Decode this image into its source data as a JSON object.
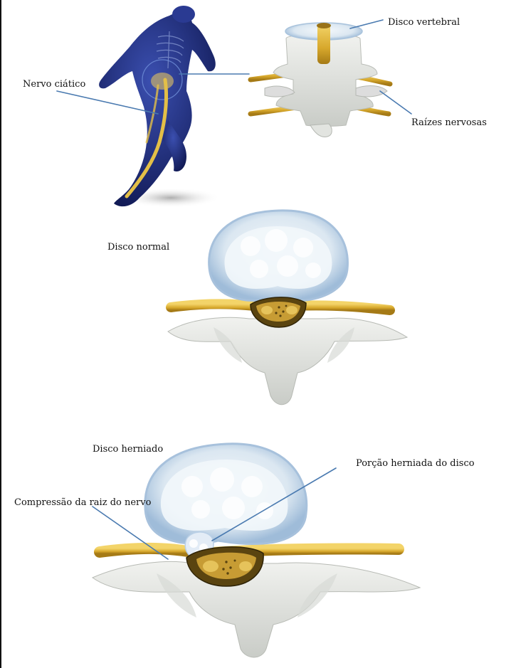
{
  "labels": {
    "disco_vertebral": "Disco vertebral",
    "nervo_ciatico": "Nervo ciático",
    "raizes_nervosas": "Raízes nervosas",
    "disco_normal": "Disco normal",
    "disco_herniado": "Disco herniado",
    "porcao_herniada": "Porção herniada do disco",
    "compressao_raiz": "Compressão da raiz do nervo"
  },
  "colors": {
    "leader_line": "#4a7ab0",
    "nerve": "#e0b83a",
    "body_figure": "#1b2a78",
    "bone": "#e7e9e6",
    "disc_outer": "#b9cfe6",
    "disc_inner": "#eaf2f8",
    "canal": "#5a4410"
  }
}
